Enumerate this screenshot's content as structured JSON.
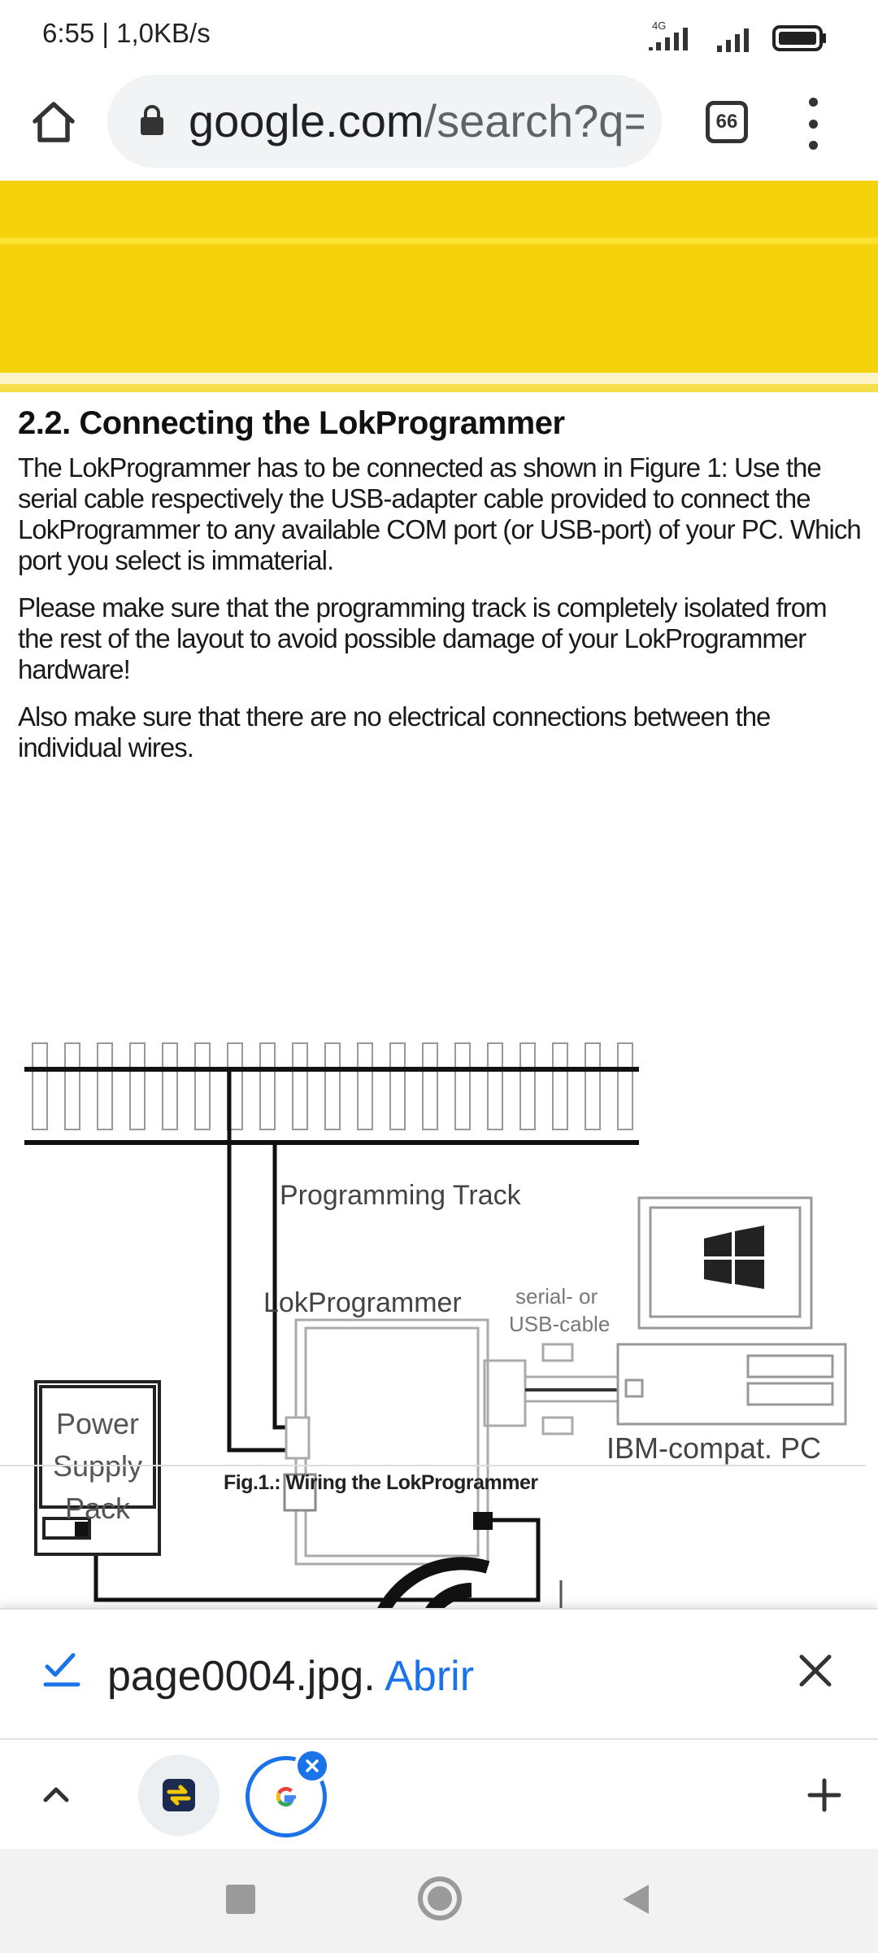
{
  "status_bar": {
    "text": "6:55 | 1,0KB/s",
    "network": "4G"
  },
  "toolbar": {
    "url_host": "google.com",
    "url_rest": "/search?q=",
    "tab_count": "66"
  },
  "document": {
    "heading": "2.2. Connecting the LokProgrammer",
    "paragraphs": [
      "The LokProgrammer has to be connected as shown in Figure 1: Use the serial cable respectively the USB-adapter cable provided to connect the LokProgrammer to any available COM port (or USB-port) of your PC.  Which port you select is immaterial.",
      "Please make sure that the programming track is completely isolated from the rest of the layout to avoid possible damage of your LokProgrammer hardware!",
      "Also make sure that there are no electrical connections between the individual wires."
    ],
    "diagram_labels": {
      "track": "Programming Track",
      "programmer": "LokProgrammer",
      "cable_line1": "serial- or",
      "cable_line2": "USB-cable",
      "pc": "IBM-compat. PC",
      "power_line1": "Power",
      "power_line2": "Supply",
      "power_line3": "Pack"
    },
    "caption": "Fig.1.: Wiring the LokProgrammer"
  },
  "download": {
    "filename": "page0004.jpg.",
    "action": "Abrir"
  },
  "colors": {
    "accent": "#1a73e8",
    "doc_yellow": "#f4d20c"
  }
}
